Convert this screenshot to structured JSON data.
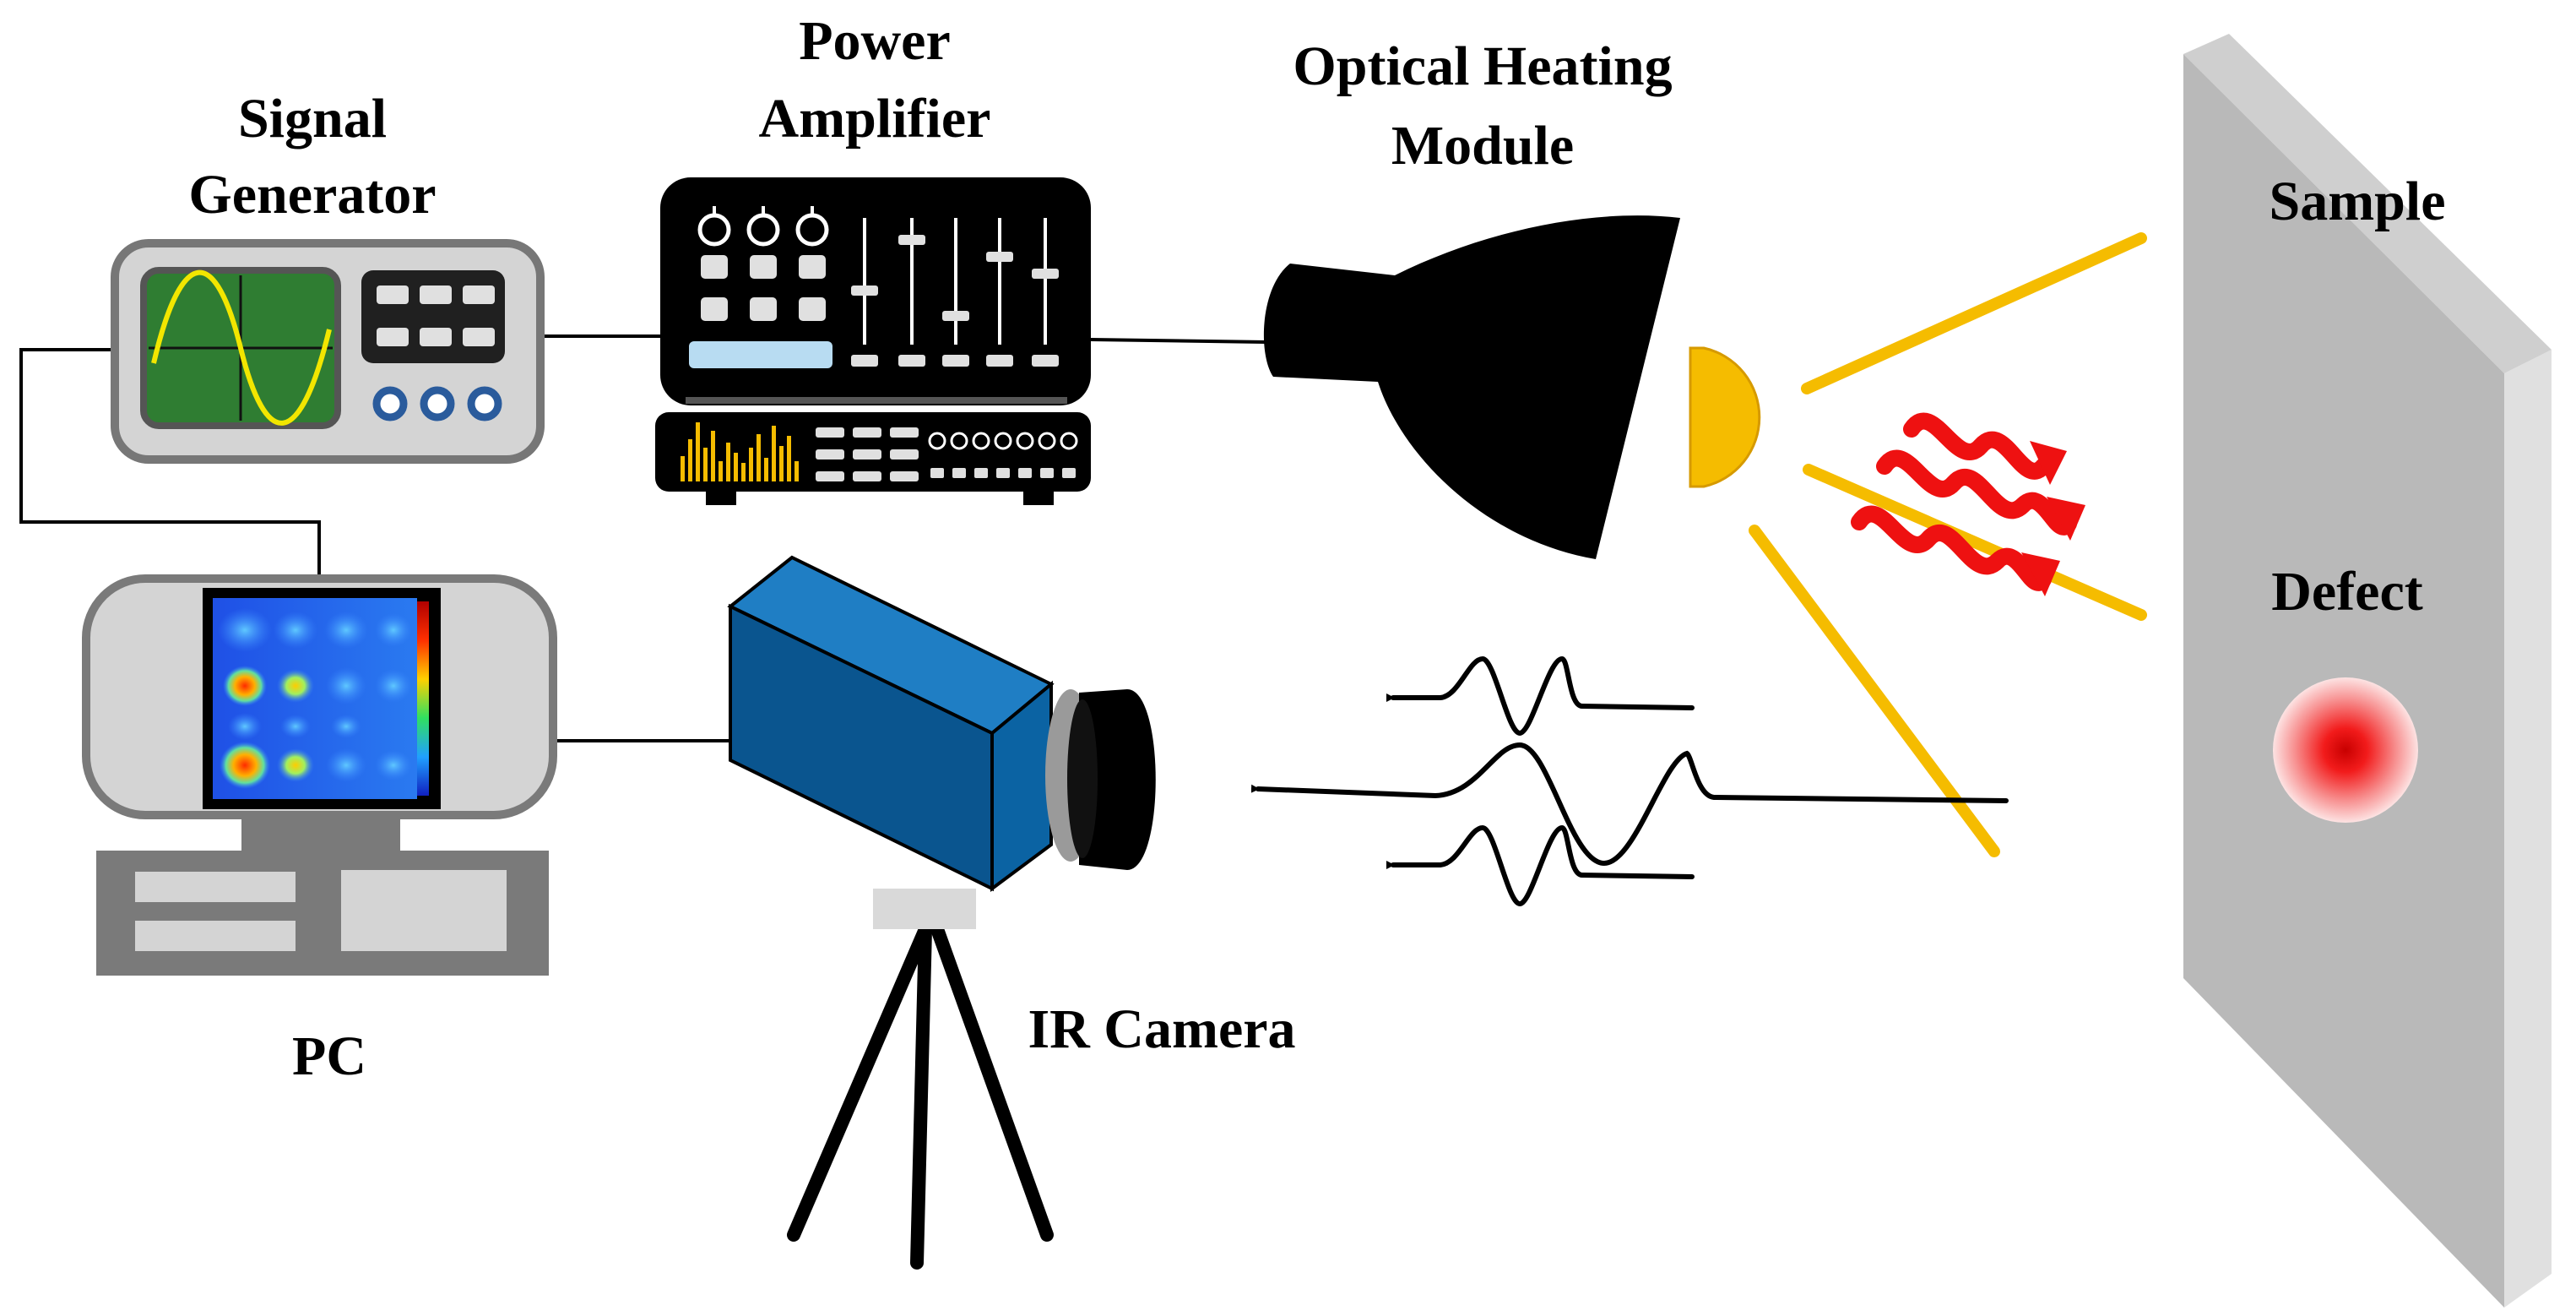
{
  "labels": {
    "signal_generator": [
      "Signal",
      "Generator"
    ],
    "power_amplifier": [
      "Power",
      "Amplifier"
    ],
    "optical_heating_module": [
      "Optical Heating",
      "Module"
    ],
    "sample": "Sample",
    "defect": "Defect",
    "pc": "PC",
    "ir_camera": "IR Camera"
  },
  "colors": {
    "device_gray": "#d4d4d4",
    "device_dark_gray": "#8c8c8c",
    "oscilloscope_green": "#2f7d32",
    "wave_yellow": "#f2e600",
    "light_beam": "#f5bc00",
    "heat_waves": "#ee1111",
    "camera_blue": "#0b63a3",
    "sample_gray": "#b9b9b9",
    "defect_red": "#e00000"
  },
  "icons": {
    "signal_generator": "oscilloscope-icon",
    "power_amplifier": "mixer-amplifier-icon",
    "optical_heating_module": "lamp-icon",
    "pc": "computer-icon",
    "ir_camera": "camera-on-tripod-icon",
    "heat": "wavy-arrow-icon",
    "thermal_wave": "wave-signal-icon"
  }
}
